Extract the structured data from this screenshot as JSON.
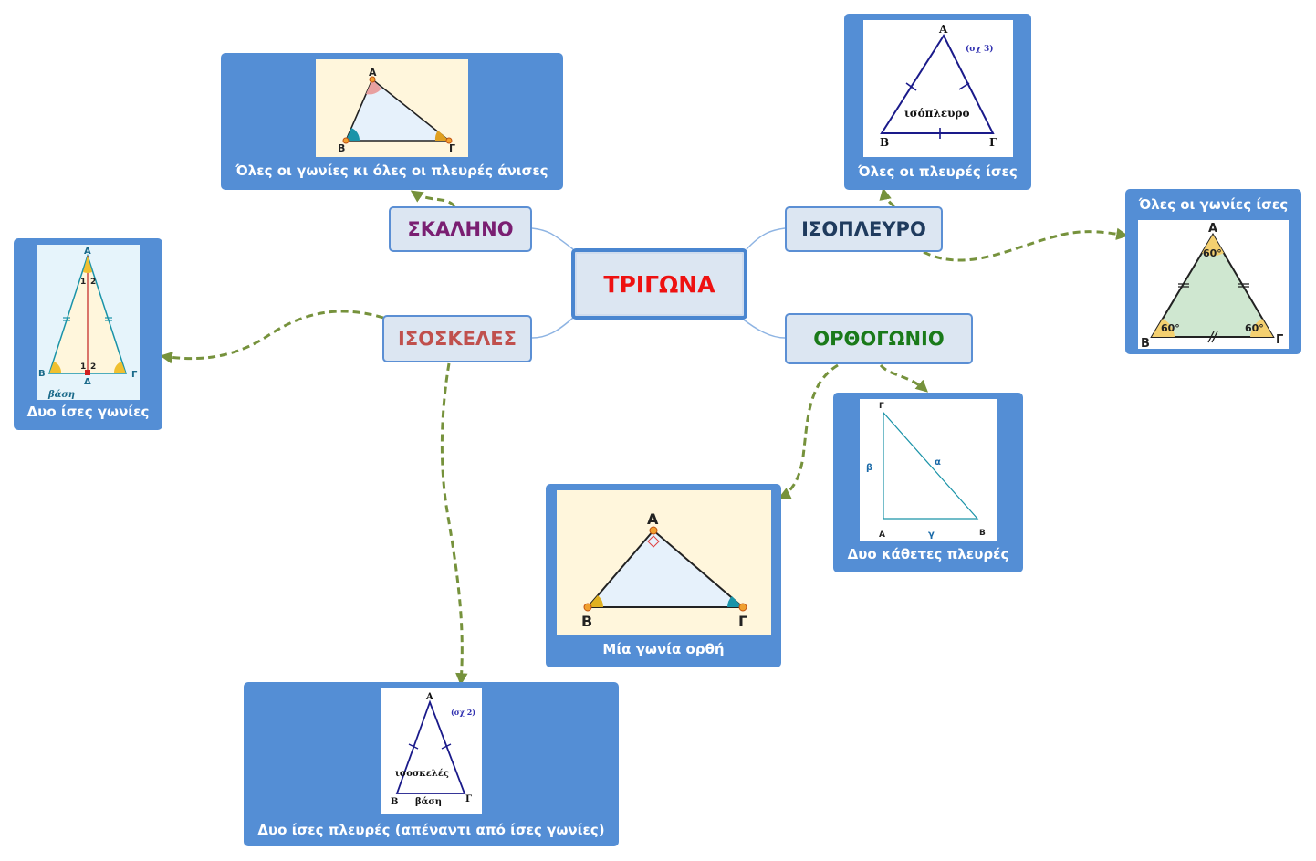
{
  "center": {
    "label": "ΤΡΙΓΩΝΑ",
    "color": "#ee1111"
  },
  "categories": {
    "scalene": {
      "label": "ΣΚΑΛΗΝΟ",
      "color": "#7a1f72"
    },
    "equilateral": {
      "label": "ΙΣΟΠΛΕΥΡΟ",
      "color": "#1f3b5e"
    },
    "isosceles": {
      "label": "ΙΣΟΣΚΕΛΕΣ",
      "color": "#c0504d"
    },
    "right": {
      "label": "ΟΡΘΟΓΩΝΙΟ",
      "color": "#1a7a1a"
    }
  },
  "cards": {
    "scalene_all_unequal": {
      "caption": "Όλες οι γωνίες κι όλες οι πλευρές άνισες",
      "labels": {
        "a": "Α",
        "b": "Β",
        "c": "Γ"
      }
    },
    "equilateral_sides": {
      "caption": "Όλες οι πλευρές ίσες",
      "labels": {
        "a": "Α",
        "b": "Β",
        "c": "Γ",
        "fig": "(σχ 3)",
        "name": "ισόπλευρο"
      }
    },
    "equilateral_angles": {
      "caption": "Όλες οι γωνίες ίσες",
      "labels": {
        "a": "Α",
        "b": "Β",
        "c": "Γ",
        "angle": "60°"
      }
    },
    "isosceles_angles": {
      "caption": "Δυο ίσες γωνίες",
      "labels": {
        "a": "Α",
        "b": "Β",
        "c": "Γ",
        "d": "Δ",
        "base": "βάση",
        "one": "1",
        "two": "2"
      }
    },
    "right_perpendicular": {
      "caption": "Δυο κάθετες πλευρές",
      "labels": {
        "a": "Α",
        "b": "Β",
        "c": "Γ",
        "side_a": "α",
        "side_b": "β",
        "side_c": "γ"
      }
    },
    "right_one_angle": {
      "caption": "Μία γωνία ορθή",
      "labels": {
        "a": "Α",
        "b": "Β",
        "c": "Γ"
      }
    },
    "isosceles_sides": {
      "caption": "Δυο ίσες πλευρές (απέναντι από ίσες γωνίες)",
      "labels": {
        "a": "Α",
        "b": "Β",
        "c": "Γ",
        "fig": "(σχ 2)",
        "name": "ισοσκελές",
        "base": "βάση"
      }
    }
  },
  "colors": {
    "card": "#548ed5",
    "node_fill": "#dce6f2",
    "node_border": "#5b8fd4",
    "arrow": "#76923c",
    "connector": "#8eb4e3"
  }
}
